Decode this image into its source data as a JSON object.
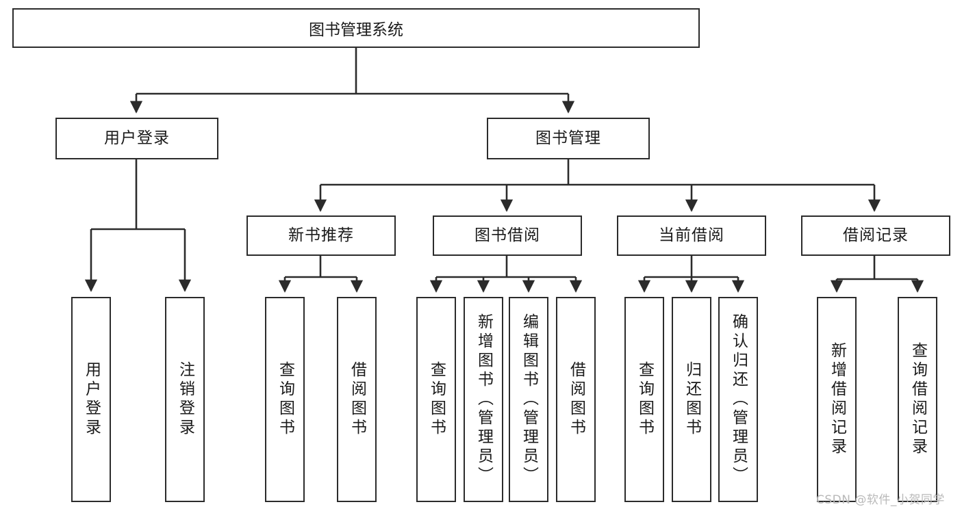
{
  "diagram": {
    "title": "图书管理系统",
    "type": "tree-hierarchy",
    "nodes": {
      "root": {
        "label": "图书管理系统"
      },
      "level2": [
        {
          "id": "user-login",
          "label": "用户登录"
        },
        {
          "id": "book-manage",
          "label": "图书管理"
        }
      ],
      "level3": [
        {
          "id": "new-book-recommend",
          "label": "新书推荐"
        },
        {
          "id": "book-borrow",
          "label": "图书借阅"
        },
        {
          "id": "current-borrow",
          "label": "当前借阅"
        },
        {
          "id": "borrow-record",
          "label": "借阅记录"
        }
      ],
      "leaves": [
        {
          "id": "leaf-user-login",
          "label": "用户登录"
        },
        {
          "id": "leaf-logout-login",
          "label": "注销登录"
        },
        {
          "id": "leaf-query-book-1",
          "label": "查询图书"
        },
        {
          "id": "leaf-borrow-book-1",
          "label": "借阅图书"
        },
        {
          "id": "leaf-query-book-2",
          "label": "查询图书"
        },
        {
          "id": "leaf-add-book",
          "label": "新增图书（管理员）"
        },
        {
          "id": "leaf-edit-book",
          "label": "编辑图书（管理员）"
        },
        {
          "id": "leaf-borrow-book-2",
          "label": "借阅图书"
        },
        {
          "id": "leaf-query-book-3",
          "label": "查询图书"
        },
        {
          "id": "leaf-return-book",
          "label": "归还图书"
        },
        {
          "id": "leaf-confirm-return",
          "label": "确认归还（管理员）"
        },
        {
          "id": "leaf-add-borrow-record",
          "label": "新增借阅记录"
        },
        {
          "id": "leaf-query-borrow-record",
          "label": "查询借阅记录"
        }
      ]
    },
    "colors": {
      "stroke": "#2b2b2b",
      "fill": "#ffffff",
      "text": "#1a1a1a",
      "watermark": "#b9b9b9"
    }
  },
  "watermark": {
    "text": "CSDN @软件_小贺同学"
  }
}
